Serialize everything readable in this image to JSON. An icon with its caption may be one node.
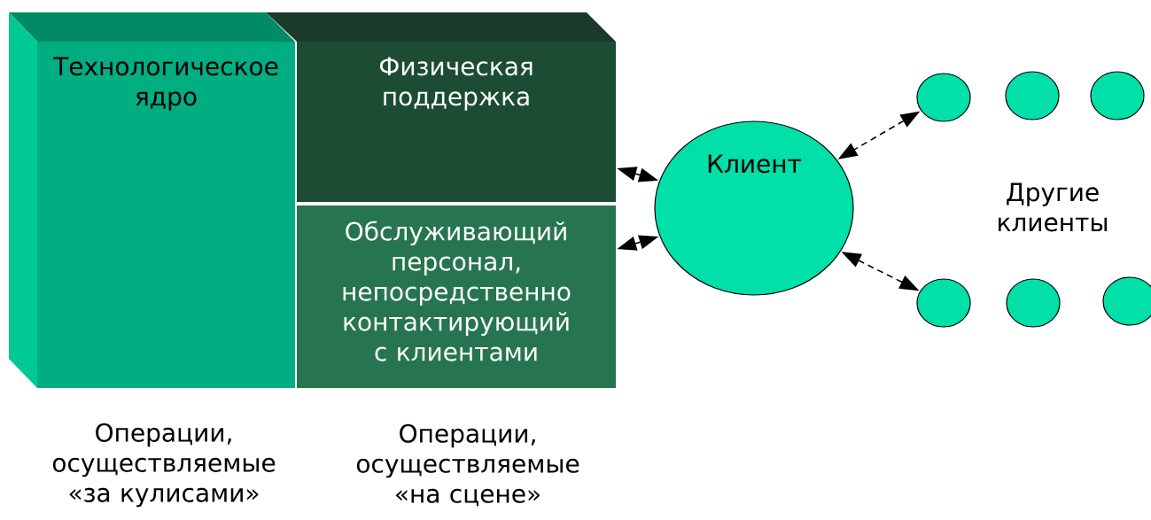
{
  "diagram": {
    "nodes": [
      {
        "text": [
          "Технологическое ядро"
        ]
      },
      {
        "text": [
          "Физическая поддержка"
        ]
      },
      {
        "text": [
          "Обслуживающий персонал, непосредственно контактирующий с клиентами"
        ]
      },
      {
        "text": [
          "Клиент"
        ]
      },
      {
        "text": [],
        "shape": "circle"
      },
      {
        "text": [],
        "shape": "circle"
      },
      {
        "text": [],
        "shape": "circle"
      },
      {
        "text": [],
        "shape": "circle"
      },
      {
        "text": [],
        "shape": "circle"
      },
      {
        "text": [],
        "shape": "circle"
      }
    ],
    "edges": [
      {
        "from": 1,
        "to": 3,
        "arrow": "both"
      },
      {
        "from": 2,
        "to": 3,
        "arrow": "both"
      },
      {
        "from": 4,
        "to": 3,
        "arrow": "both",
        "style": "dashed"
      },
      {
        "from": 7,
        "to": 3,
        "arrow": "both",
        "style": "dashed"
      }
    ],
    "labels": [
      "Другие клиенты",
      "Операции, осуществляемые «за кулисами»",
      "Операции, осуществляемые «на сцене»"
    ]
  }
}
